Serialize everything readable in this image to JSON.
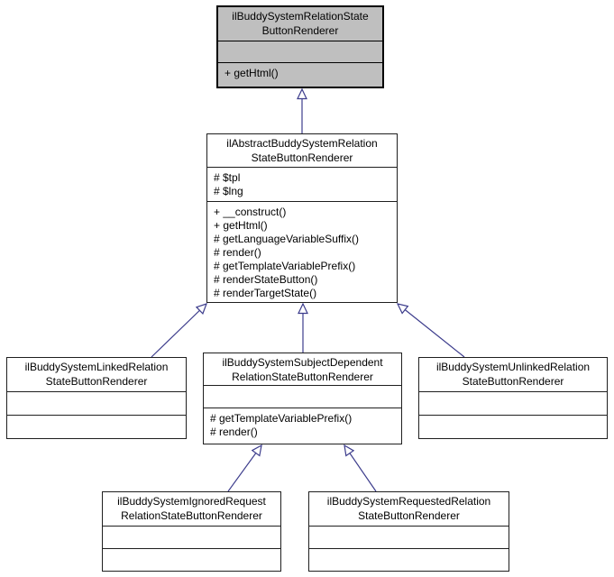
{
  "colors": {
    "node_fill": "#ffffff",
    "highlight_fill": "#bfbfbf",
    "border": "#000000",
    "arrow": "#3c3c8c"
  },
  "classes": [
    {
      "name": "ilBuddySystemRelationStateButtonRenderer",
      "name_lines": [
        "ilBuddySystemRelationState",
        "ButtonRenderer"
      ],
      "fields": [],
      "methods": [
        "+ getHtml()"
      ],
      "highlighted": true
    },
    {
      "name": "ilAbstractBuddySystemRelationStateButtonRenderer",
      "name_lines": [
        "ilAbstractBuddySystemRelation",
        "StateButtonRenderer"
      ],
      "fields": [
        "# $tpl",
        "# $lng"
      ],
      "methods": [
        "+ __construct()",
        "+ getHtml()",
        "# getLanguageVariableSuffix()",
        "# render()",
        "# getTemplateVariablePrefix()",
        "# renderStateButton()",
        "# renderTargetState()"
      ],
      "highlighted": false
    },
    {
      "name": "ilBuddySystemLinkedRelationStateButtonRenderer",
      "name_lines": [
        "ilBuddySystemLinkedRelation",
        "StateButtonRenderer"
      ],
      "fields": [],
      "methods": [],
      "highlighted": false
    },
    {
      "name": "ilBuddySystemSubjectDependentRelationStateButtonRenderer",
      "name_lines": [
        "ilBuddySystemSubjectDependent",
        "RelationStateButtonRenderer"
      ],
      "fields": [],
      "methods": [
        "# getTemplateVariablePrefix()",
        "# render()"
      ],
      "highlighted": false
    },
    {
      "name": "ilBuddySystemUnlinkedRelationStateButtonRenderer",
      "name_lines": [
        "ilBuddySystemUnlinkedRelation",
        "StateButtonRenderer"
      ],
      "fields": [],
      "methods": [],
      "highlighted": false
    },
    {
      "name": "ilBuddySystemIgnoredRequestRelationStateButtonRenderer",
      "name_lines": [
        "ilBuddySystemIgnoredRequest",
        "RelationStateButtonRenderer"
      ],
      "fields": [],
      "methods": [],
      "highlighted": false
    },
    {
      "name": "ilBuddySystemRequestedRelationStateButtonRenderer",
      "name_lines": [
        "ilBuddySystemRequestedRelation",
        "StateButtonRenderer"
      ],
      "fields": [],
      "methods": [],
      "highlighted": false
    }
  ],
  "relations": [
    {
      "child": "ilAbstractBuddySystemRelationStateButtonRenderer",
      "parent": "ilBuddySystemRelationStateButtonRenderer",
      "type": "inheritance"
    },
    {
      "child": "ilBuddySystemLinkedRelationStateButtonRenderer",
      "parent": "ilAbstractBuddySystemRelationStateButtonRenderer",
      "type": "inheritance"
    },
    {
      "child": "ilBuddySystemSubjectDependentRelationStateButtonRenderer",
      "parent": "ilAbstractBuddySystemRelationStateButtonRenderer",
      "type": "inheritance"
    },
    {
      "child": "ilBuddySystemUnlinkedRelationStateButtonRenderer",
      "parent": "ilAbstractBuddySystemRelationStateButtonRenderer",
      "type": "inheritance"
    },
    {
      "child": "ilBuddySystemIgnoredRequestRelationStateButtonRenderer",
      "parent": "ilBuddySystemSubjectDependentRelationStateButtonRenderer",
      "type": "inheritance"
    },
    {
      "child": "ilBuddySystemRequestedRelationStateButtonRenderer",
      "parent": "ilBuddySystemSubjectDependentRelationStateButtonRenderer",
      "type": "inheritance"
    }
  ]
}
